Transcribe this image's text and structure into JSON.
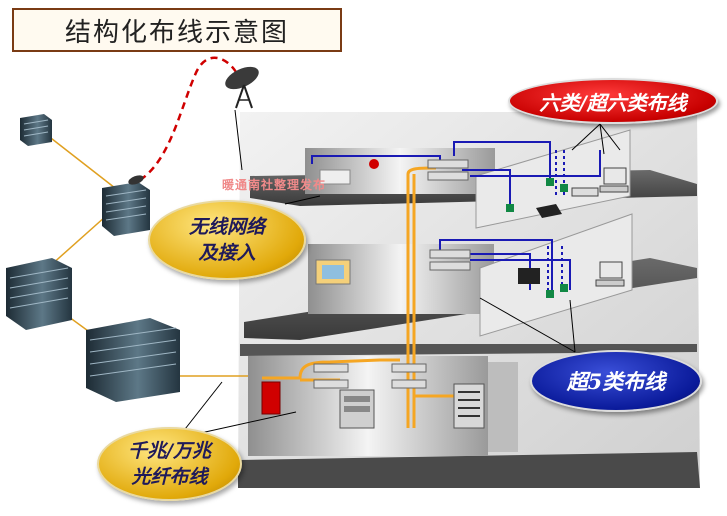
{
  "title": "结构化布线示意图",
  "labels": {
    "cat6": "六类/超六类布线",
    "wireless_line1": "无线网络",
    "wireless_line2": "及接入",
    "cat5e": "超5类布线",
    "fiber_line1": "千兆/万兆",
    "fiber_line2": "光纤布线"
  },
  "watermark": "暖通南社整理发布",
  "colors": {
    "backbone": "#f5a623",
    "horizontal": "#1a1ab4",
    "wireless_link": "#d00000",
    "building_link": "#e0a020"
  },
  "icons": [
    "satellite-dish-icon",
    "building-icon",
    "server-rack-icon",
    "telephone-icon",
    "computer-icon",
    "patch-panel-icon",
    "fiber-cabinet-icon"
  ]
}
